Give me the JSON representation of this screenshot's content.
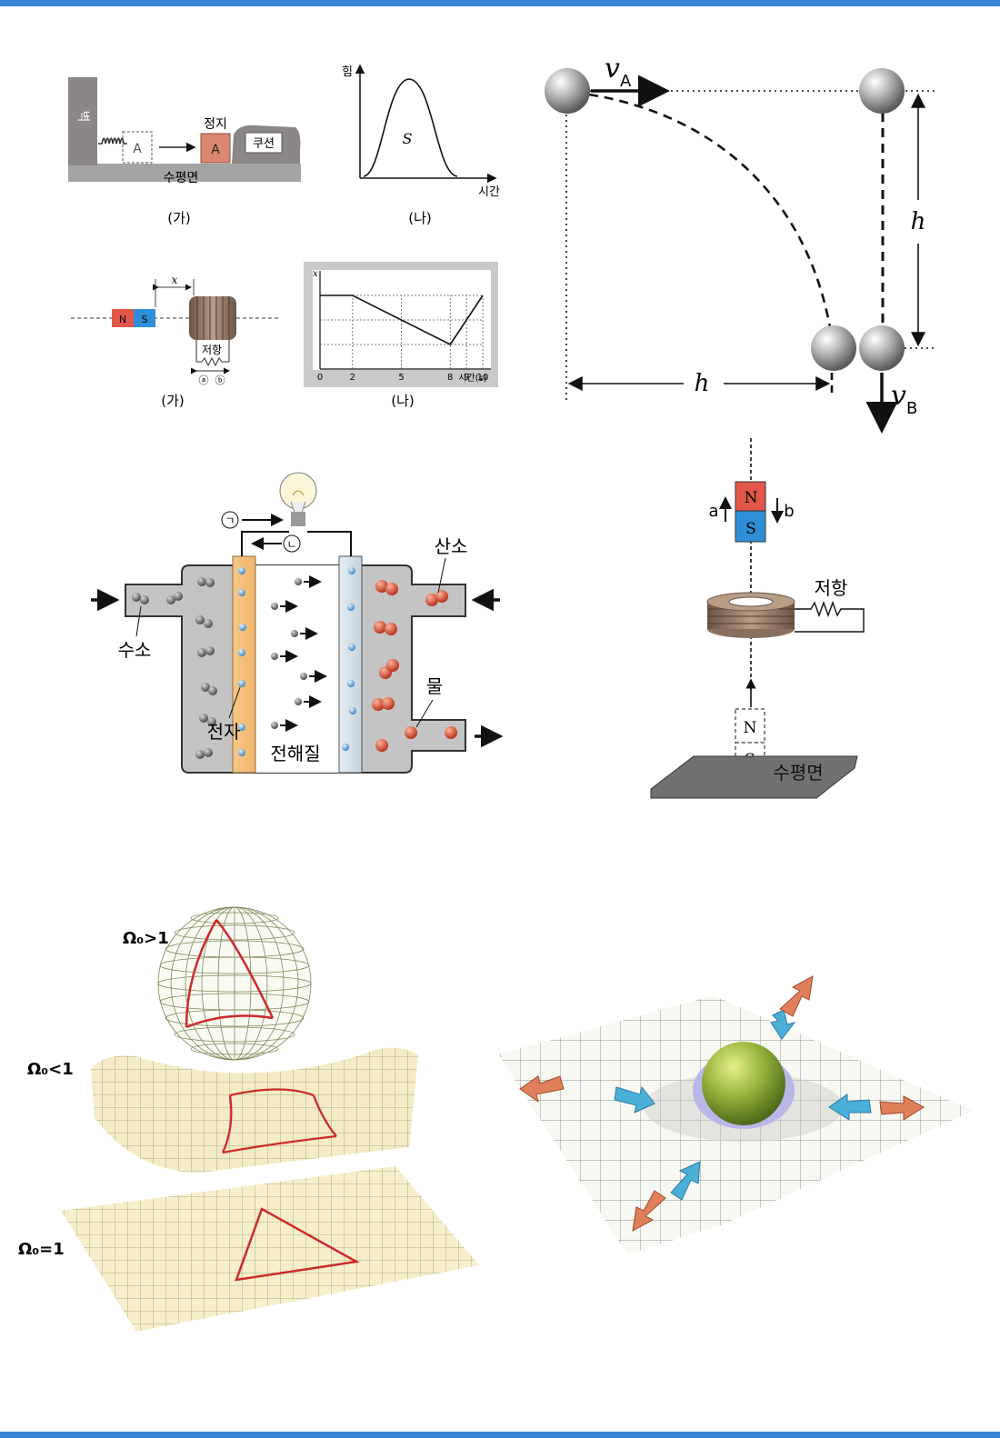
{
  "colors": {
    "accent_bar": "#3a86d6",
    "red": "#d9553a",
    "blue": "#2e8fd6",
    "coil": "#8a6f5c"
  },
  "fig_collision": {
    "wall": "벽",
    "block_start": "A",
    "stopped": "정지",
    "block_end": "A",
    "cushion": "쿠션",
    "floor": "수평면",
    "caption": "(가)"
  },
  "fig_force_graph": {
    "ylabel": "힘",
    "area": "S",
    "xlabel": "시간",
    "caption": "(나)"
  },
  "fig_magnet_coil": {
    "n": "N",
    "s": "S",
    "distance": "x",
    "resistor": "저항",
    "term_a": "ⓐ",
    "term_b": "ⓑ",
    "caption": "(가)"
  },
  "fig_x_graph": {
    "ylabel": "x",
    "ticks": [
      "0",
      "2",
      "5",
      "8",
      "9",
      "10"
    ],
    "xlabel": "시간(s)",
    "caption": "(나)"
  },
  "chart_data": {
    "type": "line",
    "xlabel": "시간(s)",
    "ylabel": "x",
    "x": [
      0,
      2,
      8,
      10
    ],
    "y": [
      3,
      3,
      1,
      3
    ],
    "xlim": [
      0,
      10.5
    ],
    "ylim": [
      0,
      4
    ],
    "grid": true
  },
  "fig_projectile": {
    "va": "v",
    "va_sub": "A",
    "vb": "v",
    "vb_sub": "B",
    "h_vertical": "h",
    "h_horizontal": "h"
  },
  "fig_fuel_cell": {
    "label_g": "ㄱ",
    "label_n": "ㄴ",
    "hydrogen": "수소",
    "oxygen": "산소",
    "water": "물",
    "electrode": "전자",
    "electrolyte": "전해질"
  },
  "fig_falling_magnet": {
    "dir_a": "a",
    "dir_b": "b",
    "n": "N",
    "s": "S",
    "resistor": "저항",
    "n2": "N",
    "s2": "S",
    "floor": "수평면"
  },
  "fig_curvature": {
    "closed": "Ω₀>1",
    "open": "Ω₀<1",
    "flat": "Ω₀=1"
  }
}
